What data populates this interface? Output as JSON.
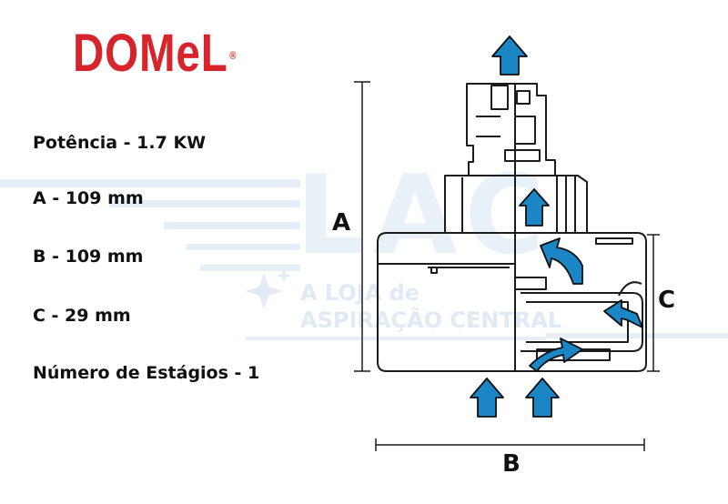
{
  "logo": {
    "text": "DOMeL",
    "registered": "®",
    "color": "#d7252b"
  },
  "specs": {
    "power": "Potência - 1.7 KW",
    "a": "A - 109 mm",
    "b": "B - 109 mm",
    "c": "C - 29 mm",
    "stages": "Número de Estágios - 1"
  },
  "dimension_labels": {
    "a": "A",
    "b": "B",
    "c": "C"
  },
  "watermark": {
    "big": "LAC",
    "line1": "A LOJA de",
    "line2": "ASPIRAÇÃO CENTRAL",
    "color": "#dfeaf4"
  },
  "colors": {
    "arrow_fill": "#1a86c6",
    "line": "#1c1c1c",
    "text": "#111111"
  },
  "icons": [
    "airflow-arrow-icon",
    "sparkle-icon"
  ]
}
